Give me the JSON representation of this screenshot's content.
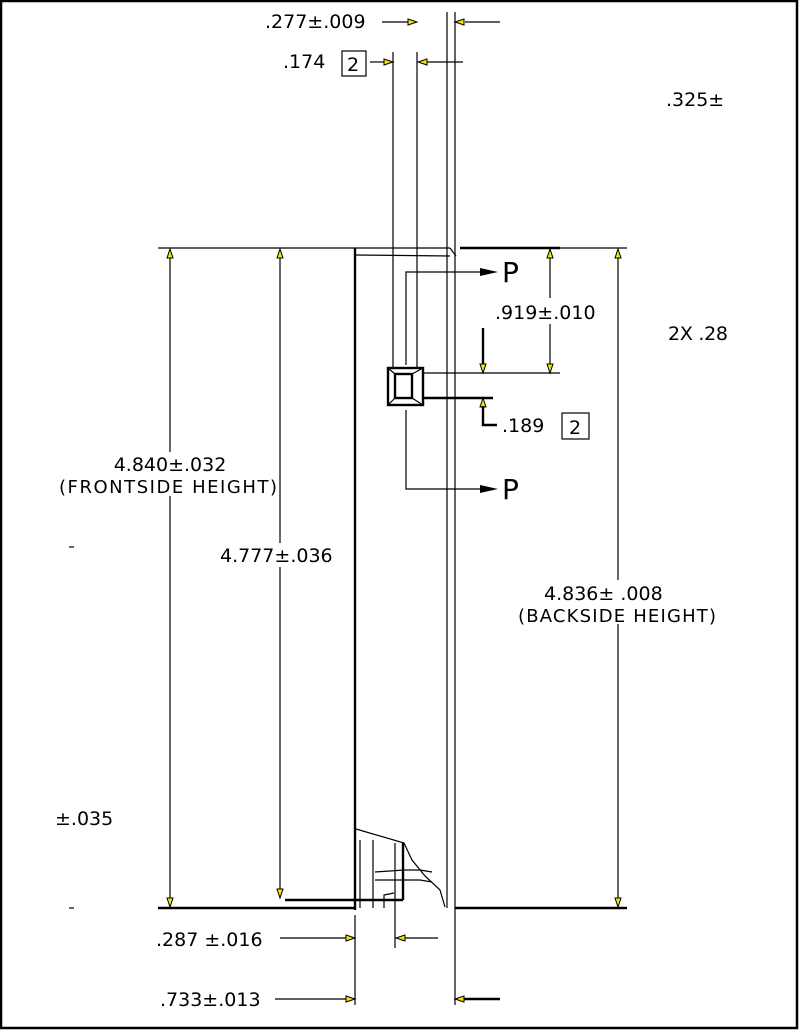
{
  "drawing": {
    "dims": {
      "width_277": ".277±.009",
      "width_174": ".174",
      "note_174": "2",
      "right_325": ".325±",
      "dim_919": ".919±.010",
      "dim_2x28": "2X .28",
      "dim_189": ".189",
      "note_189": "2",
      "frontside_value": "4.840±.032",
      "frontside_label": "(FRONTSIDE HEIGHT)",
      "inner_height": "4.777±.036",
      "backside_value": "4.836± .008",
      "backside_label": "(BACKSIDE HEIGHT)",
      "left_035": "±.035",
      "bottom_287": ".287 ±.016",
      "bottom_733": ".733±.013"
    },
    "section_labels": [
      "P",
      "P"
    ],
    "colors": {
      "arrow": "#f2e600",
      "line": "#000000"
    }
  }
}
